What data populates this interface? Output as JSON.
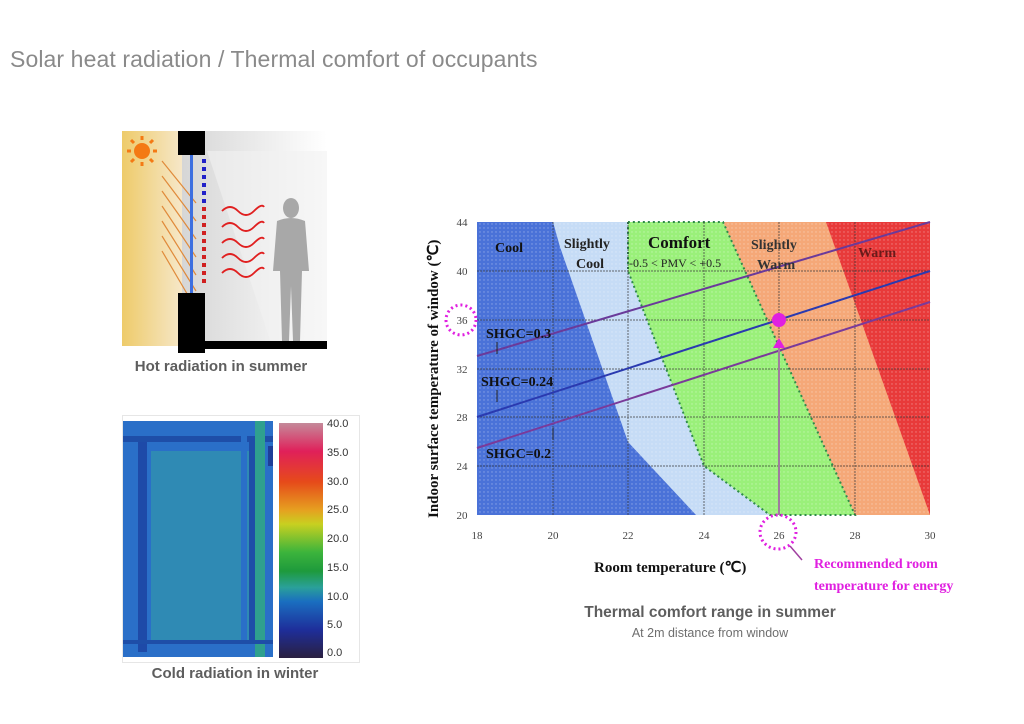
{
  "page": {
    "title": "Solar heat radiation / Thermal comfort of occupants"
  },
  "summer_figure": {
    "caption": "Hot radiation in summer",
    "icons": [
      "sun-icon",
      "person-silhouette-icon",
      "heat-wave-arrows-icon"
    ]
  },
  "winter_figure": {
    "caption": "Cold radiation in winter",
    "colorbar": {
      "ticks": [
        "40.0",
        "35.0",
        "30.0",
        "25.0",
        "20.0",
        "15.0",
        "10.0",
        "5.0",
        "0.0"
      ]
    }
  },
  "chart": {
    "caption": "Thermal comfort range in summer",
    "subcaption": "At 2m distance from window",
    "annotation": "Recommended room temperature for energy",
    "annotation_line1": "Recommended room",
    "annotation_line2": "temperature for energy",
    "highlight_color": "#e020e0"
  },
  "chart_data": {
    "type": "area",
    "title": "Thermal comfort range in summer",
    "subtitle": "At 2m distance from window",
    "xlabel": "Room temperature (℃)",
    "ylabel": "Indoor surface temperature of window (℃)",
    "xlim": [
      18,
      30
    ],
    "ylim": [
      20,
      44
    ],
    "x_ticks": [
      "18",
      "20",
      "22",
      "24",
      "26",
      "28",
      "30"
    ],
    "y_ticks": [
      "20",
      "24",
      "28",
      "32",
      "36",
      "40",
      "44"
    ],
    "grid": true,
    "zones": [
      {
        "name": "Cool",
        "color": "#4a72d8",
        "boundary_right": [
          [
            20,
            44
          ],
          [
            20.2,
            42
          ],
          [
            22,
            26
          ],
          [
            23.6,
            20
          ]
        ]
      },
      {
        "name": "Slightly Cool",
        "color": "#c6dcf6",
        "boundary_right": [
          [
            22,
            44
          ],
          [
            22,
            40
          ],
          [
            24,
            24
          ],
          [
            25.7,
            20
          ]
        ]
      },
      {
        "name": "Comfort",
        "sublabel": "-0.5 < PMV < +0.5",
        "color": "#9af07a",
        "boundary_right": [
          [
            25,
            44
          ],
          [
            28,
            20
          ]
        ]
      },
      {
        "name": "Slightly Warm",
        "color": "#f5a878",
        "boundary_right": [
          [
            27.5,
            44
          ],
          [
            30,
            20
          ]
        ]
      },
      {
        "name": "Warm",
        "color": "#e83a3a",
        "boundary_right": [
          [
            30,
            44
          ],
          [
            30,
            20
          ]
        ]
      }
    ],
    "series": [
      {
        "name": "SHGC=0.3",
        "x": [
          18,
          30
        ],
        "y": [
          30.5,
          44
        ]
      },
      {
        "name": "SHGC=0.24",
        "x": [
          18,
          30
        ],
        "y": [
          28,
          40
        ]
      },
      {
        "name": "SHGC=0.2",
        "x": [
          18,
          30
        ],
        "y": [
          25.5,
          37.5
        ]
      }
    ],
    "annotations": [
      {
        "text": "Recommended room temperature for energy",
        "x": 26,
        "y": 36,
        "marker": "magenta-circle"
      },
      {
        "text": "highlighted y tick",
        "value": 36
      },
      {
        "text": "highlighted x tick",
        "value": 26
      }
    ]
  }
}
